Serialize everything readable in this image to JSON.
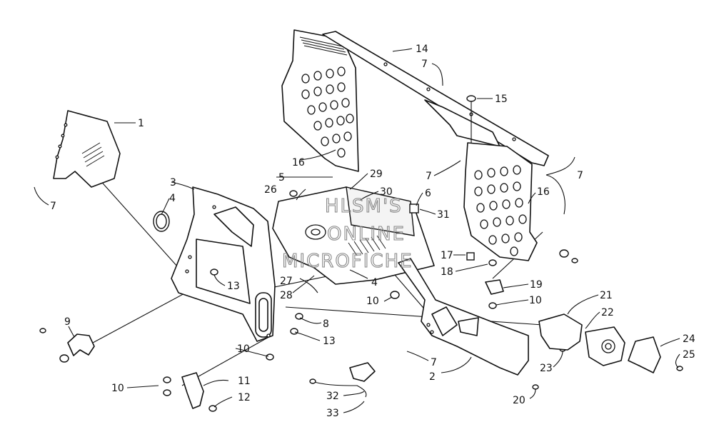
{
  "diagram": {
    "callouts": {
      "c1": "1",
      "c2": "2",
      "c3": "3",
      "c4a": "4",
      "c4b": "4",
      "c5": "5",
      "c6": "6",
      "c7a": "7",
      "c7b": "7",
      "c7c": "7",
      "c7d": "7",
      "c7e": "7",
      "c8": "8",
      "c9": "9",
      "c10a": "10",
      "c10b": "10",
      "c10c": "10",
      "c10d": "10",
      "c11": "11",
      "c12": "12",
      "c13a": "13",
      "c13b": "13",
      "c14": "14",
      "c15": "15",
      "c16a": "16",
      "c16b": "16",
      "c17": "17",
      "c18": "18",
      "c19": "19",
      "c20": "20",
      "c21": "21",
      "c22": "22",
      "c23": "23",
      "c24": "24",
      "c25": "25",
      "c26": "26",
      "c27": "27",
      "c28": "28",
      "c29": "29",
      "c30": "30",
      "c31": "31",
      "c32": "32",
      "c33": "33"
    },
    "watermark": {
      "line1": "HLSM'S",
      "line2": "ONLINE",
      "line3": "MICROFICHE"
    }
  }
}
